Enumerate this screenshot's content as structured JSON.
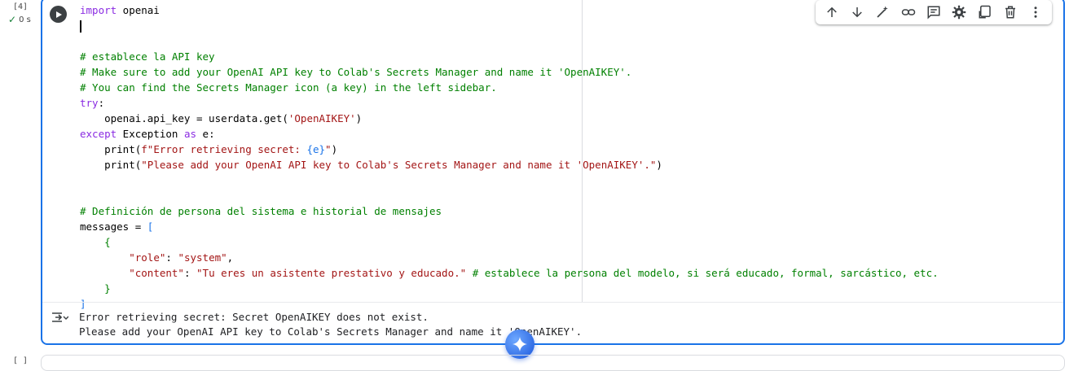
{
  "cell": {
    "exec_count": "[4]",
    "exec_time": "0 s",
    "code_lines": [
      [
        {
          "t": "import",
          "c": "kw"
        },
        {
          "t": " openai"
        }
      ],
      [
        {
          "cursor": true
        }
      ],
      [],
      [
        {
          "t": "# establece la API key",
          "c": "cm"
        }
      ],
      [
        {
          "t": "# Make sure to add your OpenAI API key to Colab's Secrets Manager and name it 'OpenAIKEY'.",
          "c": "cm"
        }
      ],
      [
        {
          "t": "# You can find the Secrets Manager icon (a key) in the left sidebar.",
          "c": "cm"
        }
      ],
      [
        {
          "t": "try",
          "c": "kw"
        },
        {
          "t": ":"
        }
      ],
      [
        {
          "t": "    openai.api_key = userdata.get("
        },
        {
          "t": "'OpenAIKEY'",
          "c": "st"
        },
        {
          "t": ")"
        }
      ],
      [
        {
          "t": "except",
          "c": "kw"
        },
        {
          "t": " Exception "
        },
        {
          "t": "as",
          "c": "kw"
        },
        {
          "t": " e:"
        }
      ],
      [
        {
          "t": "    print("
        },
        {
          "t": "f\"Error retrieving secret: ",
          "c": "st"
        },
        {
          "t": "{e}",
          "c": "bk"
        },
        {
          "t": "\"",
          "c": "st"
        },
        {
          "t": ")"
        }
      ],
      [
        {
          "t": "    print("
        },
        {
          "t": "\"Please add your OpenAI API key to Colab's Secrets Manager and name it 'OpenAIKEY'.\"",
          "c": "st"
        },
        {
          "t": ")"
        }
      ],
      [],
      [],
      [
        {
          "t": "# Definición de persona del sistema e historial de mensajes",
          "c": "cm"
        }
      ],
      [
        {
          "t": "messages = "
        },
        {
          "t": "[",
          "c": "bk"
        }
      ],
      [
        {
          "t": "    "
        },
        {
          "t": "{",
          "c": "cm"
        }
      ],
      [
        {
          "t": "        "
        },
        {
          "t": "\"role\"",
          "c": "st"
        },
        {
          "t": ": "
        },
        {
          "t": "\"system\"",
          "c": "st"
        },
        {
          "t": ","
        }
      ],
      [
        {
          "t": "        "
        },
        {
          "t": "\"content\"",
          "c": "st"
        },
        {
          "t": ": "
        },
        {
          "t": "\"Tu eres un asistente prestativo y educado.\"",
          "c": "st"
        },
        {
          "t": " "
        },
        {
          "t": "# establece la persona del modelo, si será educado, formal, sarcástico, etc.",
          "c": "cm"
        }
      ],
      [
        {
          "t": "    "
        },
        {
          "t": "}",
          "c": "cm"
        }
      ],
      [
        {
          "t": "]",
          "c": "bk"
        }
      ]
    ],
    "output_lines": [
      "Error retrieving secret: Secret OpenAIKEY does not exist.",
      "Please add your OpenAI API key to Colab's Secrets Manager and name it 'OpenAIKEY'."
    ]
  },
  "toolbar": {
    "buttons": [
      {
        "name": "move-up-button",
        "icon": "arrow-up-icon"
      },
      {
        "name": "move-down-button",
        "icon": "arrow-down-icon"
      },
      {
        "name": "magic-wand-button",
        "icon": "magic-wand-icon"
      },
      {
        "name": "link-button",
        "icon": "link-icon"
      },
      {
        "name": "comment-button",
        "icon": "comment-icon"
      },
      {
        "name": "settings-button",
        "icon": "gear-icon"
      },
      {
        "name": "mirror-cell-button",
        "icon": "mirror-icon"
      },
      {
        "name": "delete-button",
        "icon": "trash-icon"
      },
      {
        "name": "more-button",
        "icon": "more-vert-icon"
      }
    ]
  },
  "next_cell": {
    "exec_count": "[ ]"
  },
  "colors": {
    "accent": "#1a73e8",
    "keyword": "#8a2be2",
    "comment": "#008000",
    "string": "#a31515"
  }
}
